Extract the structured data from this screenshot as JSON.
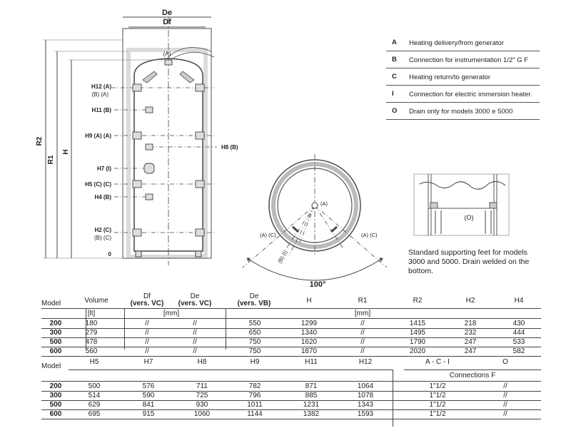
{
  "diagram": {
    "dim_de": "De",
    "dim_df": "Df",
    "dim_r2": "R2",
    "dim_r1": "R1",
    "dim_h": "H",
    "top_conn": "(A)",
    "conns_left": [
      {
        "id": "h12",
        "text": "H12 (A)"
      },
      {
        "id": "h12b",
        "text": "(B) (A)"
      },
      {
        "id": "h11",
        "text": "H11 (B)"
      },
      {
        "id": "h9",
        "text": "H9 (A) (A)"
      },
      {
        "id": "h7",
        "text": "H7 (I)"
      },
      {
        "id": "h5",
        "text": "H5 (C) (C)"
      },
      {
        "id": "h4",
        "text": "H4 (B)"
      },
      {
        "id": "h2",
        "text": "H2 (C)"
      },
      {
        "id": "h2b",
        "text": "(B) (C)"
      },
      {
        "id": "zero",
        "text": "0"
      }
    ],
    "h8": "H8 (B)",
    "plan_center": "(A)",
    "plan_left": "(A) (C)",
    "plan_right": "(A) (C)",
    "plan_bottom": "(B) (I)",
    "plan_angle": "100°",
    "feet_label": "(O)"
  },
  "legend": [
    {
      "key": "A",
      "text": "Heating delivery/from generator"
    },
    {
      "key": "B",
      "text": "Connection for instrumentation 1/2\" G F"
    },
    {
      "key": "C",
      "text": "Heating return/to generator"
    },
    {
      "key": "I",
      "text": "Connection for electric immersion heater."
    },
    {
      "key": "O",
      "text": "Drain only for models 3000 e 5000"
    }
  ],
  "note": "Standard supporting feet for models 3000 and 5000. Drain welded on the bottom.",
  "table1": {
    "model_label": "Model",
    "headers": {
      "volume": "Volume",
      "df": "Df",
      "df_sub": "(vers. VC)",
      "de": "De",
      "de_sub": "(vers. VC)",
      "de2": "De",
      "de2_sub": "(vers. VB)",
      "h": "H",
      "r1": "R1",
      "r2": "R2",
      "h2": "H2",
      "h4": "H4"
    },
    "unit_lt": "[lt]",
    "unit_mm1": "[mm]",
    "unit_mm2": "[mm]",
    "rows": [
      {
        "model": "200",
        "volume": "180",
        "df": "//",
        "de": "//",
        "de2": "550",
        "h": "1299",
        "r1": "//",
        "r2": "1415",
        "h2": "218",
        "h4": "430"
      },
      {
        "model": "300",
        "volume": "279",
        "df": "//",
        "de": "//",
        "de2": "650",
        "h": "1340",
        "r1": "//",
        "r2": "1495",
        "h2": "232",
        "h4": "444"
      },
      {
        "model": "500",
        "volume": "478",
        "df": "//",
        "de": "//",
        "de2": "750",
        "h": "1620",
        "r1": "//",
        "r2": "1790",
        "h2": "247",
        "h4": "533"
      },
      {
        "model": "600",
        "volume": "560",
        "df": "//",
        "de": "//",
        "de2": "750",
        "h": "1870",
        "r1": "//",
        "r2": "2020",
        "h2": "247",
        "h4": "582"
      }
    ]
  },
  "table2": {
    "model_label": "Model",
    "headers": {
      "h5": "H5",
      "h7": "H7",
      "h8": "H8",
      "h9": "H9",
      "h11": "H11",
      "h12": "H12",
      "aci": "A - C - I",
      "o": "O",
      "connections": "Connections F"
    },
    "rows": [
      {
        "model": "200",
        "h5": "500",
        "h7": "576",
        "h8": "711",
        "h9": "782",
        "h11": "871",
        "h12": "1064",
        "aci": "1\"1/2",
        "o": "//"
      },
      {
        "model": "300",
        "h5": "514",
        "h7": "590",
        "h8": "725",
        "h9": "796",
        "h11": "885",
        "h12": "1078",
        "aci": "1\"1/2",
        "o": "//"
      },
      {
        "model": "500",
        "h5": "629",
        "h7": "841",
        "h8": "930",
        "h9": "1011",
        "h11": "1231",
        "h12": "1343",
        "aci": "1\"1/2",
        "o": "//"
      },
      {
        "model": "600",
        "h5": "695",
        "h7": "915",
        "h8": "1060",
        "h9": "1144",
        "h11": "1382",
        "h12": "1593",
        "aci": "1\"1/2",
        "o": "//"
      }
    ]
  }
}
